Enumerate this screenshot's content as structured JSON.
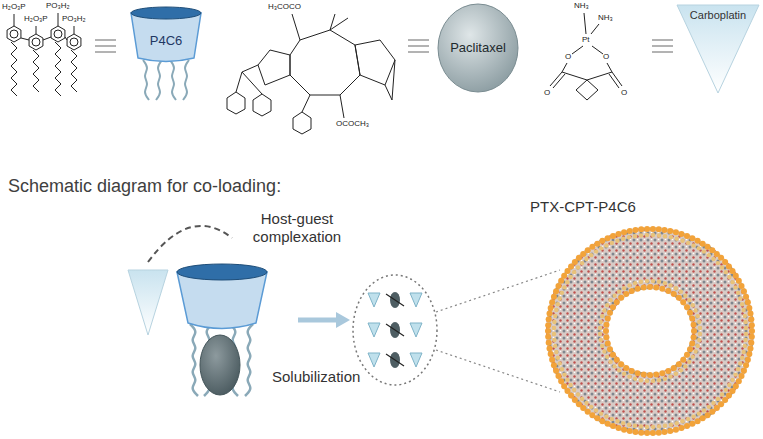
{
  "diagram": {
    "title": "Schematic diagram for co-loading:",
    "nodes": [
      {
        "text": [
          "P4C6"
        ]
      },
      {
        "text": [
          "Paclitaxel"
        ]
      },
      {
        "text": [
          "Carboplatin"
        ]
      },
      {
        "text": [
          "PTX-CPT-P4C6"
        ]
      }
    ],
    "labels": [
      "H₂O₃P",
      "H₂O₃P",
      "PO₃H₂",
      "PO₃H₂",
      "NH₃",
      "NH₃",
      "Pt",
      "O",
      "O",
      "Host-guest complexation",
      "Solubilization",
      "H₃COCO",
      "OCOCH₃",
      "O",
      "O"
    ]
  }
}
